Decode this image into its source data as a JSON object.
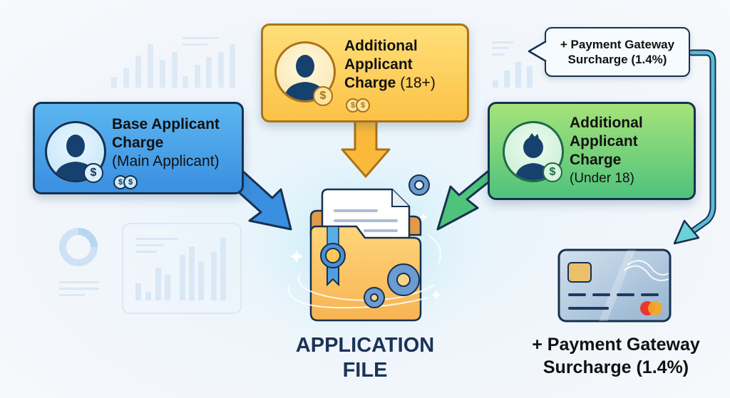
{
  "cards": {
    "base": {
      "title_line1": "Base Applicant",
      "title_line2": "Charge",
      "subtitle": "(Main Applicant)",
      "coin_symbol": "$",
      "color": "#3a8fe0"
    },
    "adult": {
      "title_line1": "Additional",
      "title_line2": "Applicant",
      "title_line3": "Charge",
      "qualifier": "(18+)",
      "coin_symbol": "$",
      "color": "#fbc246"
    },
    "minor": {
      "title_line1": "Additional",
      "title_line2": "Applicant",
      "title_line3": "Charge",
      "subtitle": "(Under 18)",
      "coin_symbol": "$",
      "color": "#4fc27c"
    }
  },
  "surcharge_bubble": {
    "line1": "+ Payment Gateway",
    "line2": "Surcharge (1.4%)"
  },
  "center": {
    "label_line1": "APPLICATION",
    "label_line2": "FILE"
  },
  "payment": {
    "label_line1": "+ Payment Gateway",
    "label_line2": "Surcharge (1.4%)",
    "surcharge_percent": 1.4
  },
  "icons": {
    "person": "person-silhouette-icon",
    "coin": "dollar-coin-icon",
    "folder": "folder-icon",
    "document": "document-icon",
    "ribbon": "award-ribbon-icon",
    "gear": "gear-icon",
    "card": "credit-card-icon"
  },
  "colors": {
    "navy": "#16314f",
    "blue_arrow": "#3a8fe0",
    "yellow_arrow": "#fbb93a",
    "green_arrow": "#4fc27c",
    "teal_connector": "#5bbcd6",
    "label_navy": "#1b3358"
  }
}
